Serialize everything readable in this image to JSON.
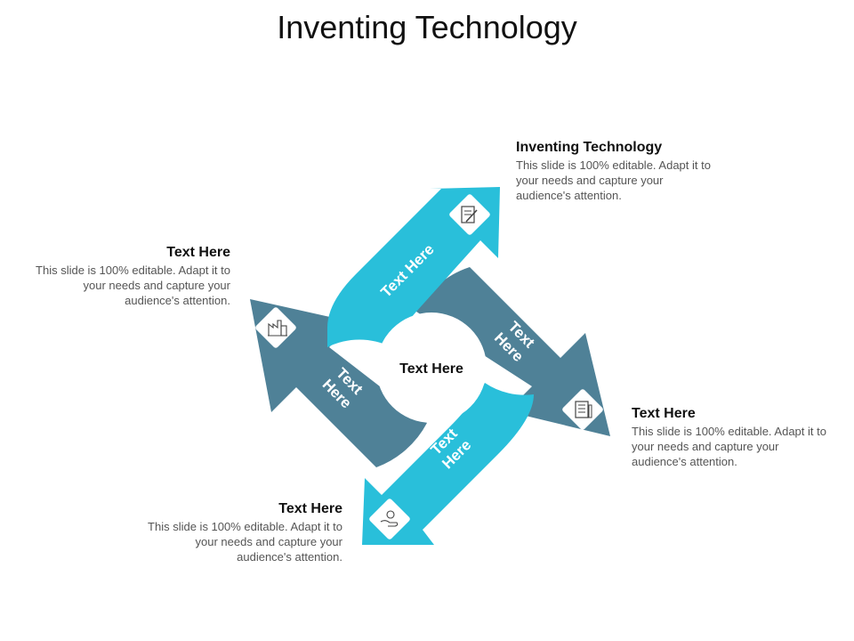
{
  "title": "Inventing Technology",
  "colors": {
    "cyan": "#29BFDA",
    "slate": "#4F8197",
    "text_dark": "#111111",
    "text_gray": "#555555"
  },
  "center": {
    "label": "Text Here"
  },
  "arrows": [
    {
      "id": "top",
      "label": "Text Here",
      "color": "cyan",
      "icon": "document-pen-icon"
    },
    {
      "id": "right",
      "label_lines": [
        "Text",
        "Here"
      ],
      "color": "slate",
      "icon": "newspaper-icon"
    },
    {
      "id": "bottom",
      "label_lines": [
        "Text",
        "Here"
      ],
      "color": "cyan",
      "icon": "hand-money-icon"
    },
    {
      "id": "left",
      "label_lines": [
        "Text",
        "Here"
      ],
      "color": "slate",
      "icon": "factory-icon"
    }
  ],
  "blocks": {
    "top_right": {
      "heading": "Inventing Technology",
      "body": "This slide is 100% editable. Adapt it to your needs and capture your audience's attention."
    },
    "left": {
      "heading": "Text Here",
      "body": "This slide is 100% editable. Adapt it to your needs and capture your audience's attention."
    },
    "right": {
      "heading": "Text Here",
      "body": "This slide is 100% editable. Adapt it to your needs and capture your audience's attention."
    },
    "bottom_left": {
      "heading": "Text Here",
      "body": "This slide is 100% editable. Adapt it to your needs and capture your audience's attention."
    }
  }
}
